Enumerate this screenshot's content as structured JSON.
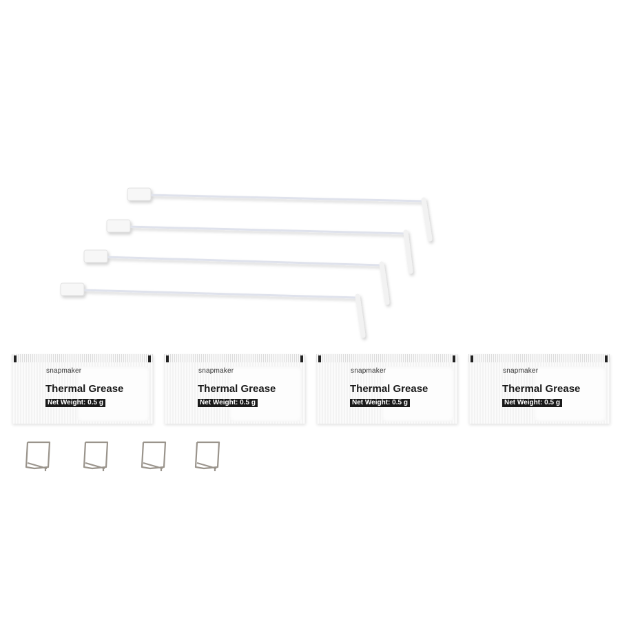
{
  "colors": {
    "background": "#ffffff",
    "packet": "#f6f6f6",
    "label": "#1a1a1a",
    "clip_metal": "#9a948c",
    "cable": "#e4e6ee"
  },
  "cables": {
    "count": 4
  },
  "packets": [
    {
      "brand": "snapmaker",
      "title": "Thermal Grease",
      "weight": "Net Weight: 0.5 g"
    },
    {
      "brand": "snapmaker",
      "title": "Thermal Grease",
      "weight": "Net Weight: 0.5 g"
    },
    {
      "brand": "snapmaker",
      "title": "Thermal Grease",
      "weight": "Net Weight: 0.5 g"
    },
    {
      "brand": "snapmaker",
      "title": "Thermal Grease",
      "weight": "Net Weight: 0.5 g"
    }
  ],
  "clips": {
    "count": 4
  }
}
